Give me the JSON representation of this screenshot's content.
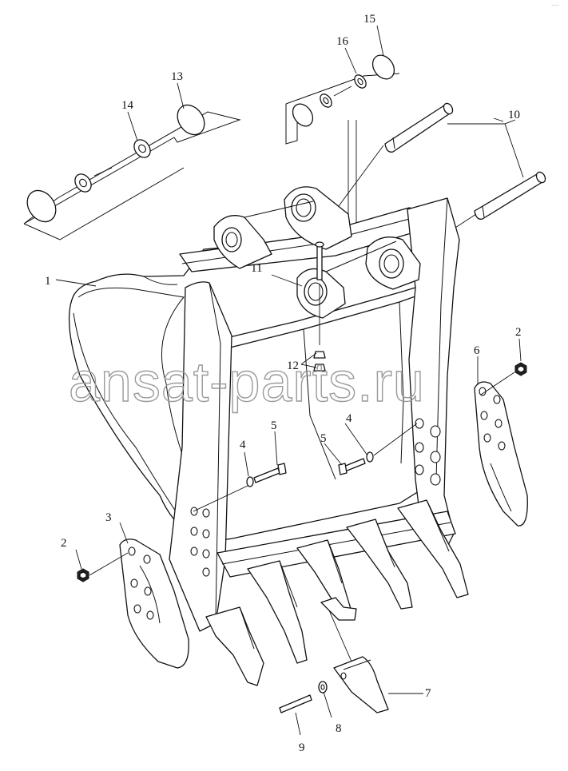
{
  "diagram": {
    "watermark": "ansat-parts.ru",
    "corner_mark": "——",
    "callouts": [
      {
        "id": "1",
        "label": "1"
      },
      {
        "id": "2a",
        "label": "2"
      },
      {
        "id": "2b",
        "label": "2"
      },
      {
        "id": "3",
        "label": "3"
      },
      {
        "id": "4a",
        "label": "4"
      },
      {
        "id": "4b",
        "label": "4"
      },
      {
        "id": "5a",
        "label": "5"
      },
      {
        "id": "5b",
        "label": "5"
      },
      {
        "id": "6",
        "label": "6"
      },
      {
        "id": "7",
        "label": "7"
      },
      {
        "id": "8",
        "label": "8"
      },
      {
        "id": "9",
        "label": "9"
      },
      {
        "id": "10",
        "label": "10"
      },
      {
        "id": "11",
        "label": "11"
      },
      {
        "id": "12",
        "label": "12"
      },
      {
        "id": "13",
        "label": "13"
      },
      {
        "id": "14",
        "label": "14"
      },
      {
        "id": "15",
        "label": "15"
      },
      {
        "id": "16",
        "label": "16"
      }
    ]
  }
}
